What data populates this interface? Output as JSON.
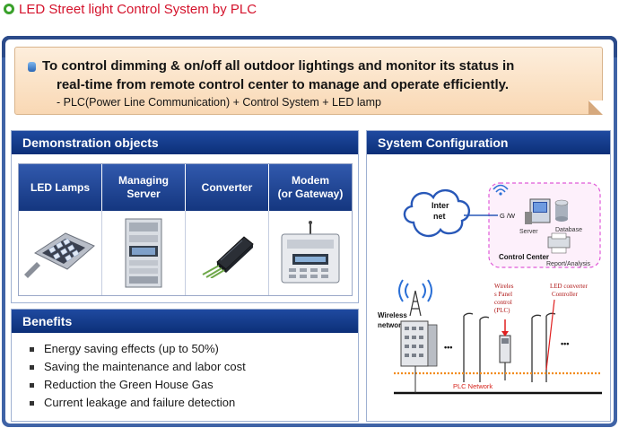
{
  "page": {
    "title": "LED Street light Control System by PLC",
    "accent_color": "#d4122b",
    "bullet_color": "#3aa12b"
  },
  "banner": {
    "line1": "To control dimming & on/off all outdoor lightings and monitor its status in",
    "line2": "real-time from remote control center to manage and operate efficiently.",
    "line3": "- PLC(Power Line Communication) + Control System + LED lamp"
  },
  "demo": {
    "title": "Demonstration objects",
    "columns": [
      "LED Lamps",
      "Managing\nServer",
      "Converter",
      "Modem\n(or Gateway)"
    ],
    "icons": [
      "led-lamp-icon",
      "server-cabinet-icon",
      "converter-module-icon",
      "modem-gateway-icon"
    ]
  },
  "benefits": {
    "title": "Benefits",
    "items": [
      "Energy saving effects (up to 50%)",
      "Saving the maintenance and labor cost",
      "Reduction the Green House Gas",
      "Current leakage and failure detection"
    ]
  },
  "system": {
    "title": "System Configuration",
    "labels": {
      "internet": [
        "Inter",
        "net"
      ],
      "gateway": "G /W",
      "server": "Server",
      "database": "Database",
      "control_center": "Control Center",
      "report": "Report/Analysis",
      "wireless_network": [
        "Wireless",
        "network"
      ],
      "panel_control": [
        "Wireles",
        "s Panel",
        "control",
        "(PLC)"
      ],
      "led_converter": [
        "LED converter",
        "Controller"
      ],
      "plc_network": "PLC Network",
      "ellipsis": "•••"
    }
  }
}
